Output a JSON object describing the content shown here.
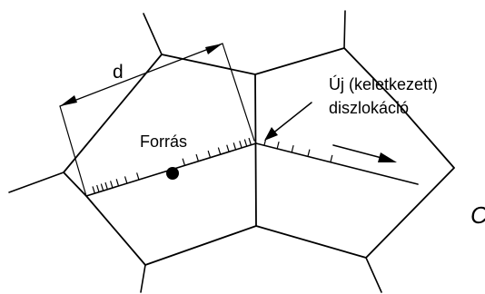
{
  "labels": {
    "d": "d",
    "new_line1": "Új (keletkezett)",
    "new_line2": "diszlokáció",
    "source": "Forrás",
    "cut_letter": "C"
  },
  "colors": {
    "ink": "#000000",
    "background": "#ffffff"
  }
}
